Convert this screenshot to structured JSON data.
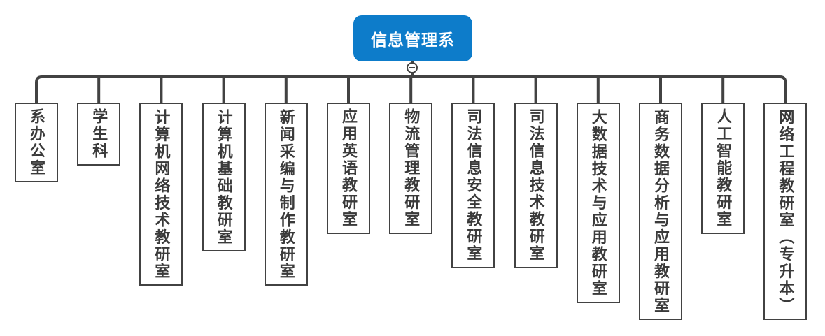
{
  "diagram": {
    "root": {
      "label": "信息管理系"
    },
    "children": [
      {
        "label": "系办公室"
      },
      {
        "label": "学生科"
      },
      {
        "label": "计算机网络技术教研室"
      },
      {
        "label": "计算机基础教研室"
      },
      {
        "label": "新闻采编与制作教研室"
      },
      {
        "label": "应用英语教研室"
      },
      {
        "label": "物流管理教研室"
      },
      {
        "label": "司法信息安全教研室"
      },
      {
        "label": "司法信息技术教研室"
      },
      {
        "label": "大数据技术与应用教研室"
      },
      {
        "label": "商务数据分析与应用教研室"
      },
      {
        "label": "人工智能教研室"
      },
      {
        "label": "网络工程教研室（专升本）"
      }
    ]
  },
  "icons": {
    "collapse_button": "minus-icon"
  },
  "colors": {
    "background": "#ffffff",
    "root_bg": "#0d7cca",
    "root_text": "#ffffff",
    "node_bg": "#ffffff",
    "node_border": "#424242",
    "node_text": "#3a3a3a",
    "connector": "#424242"
  }
}
